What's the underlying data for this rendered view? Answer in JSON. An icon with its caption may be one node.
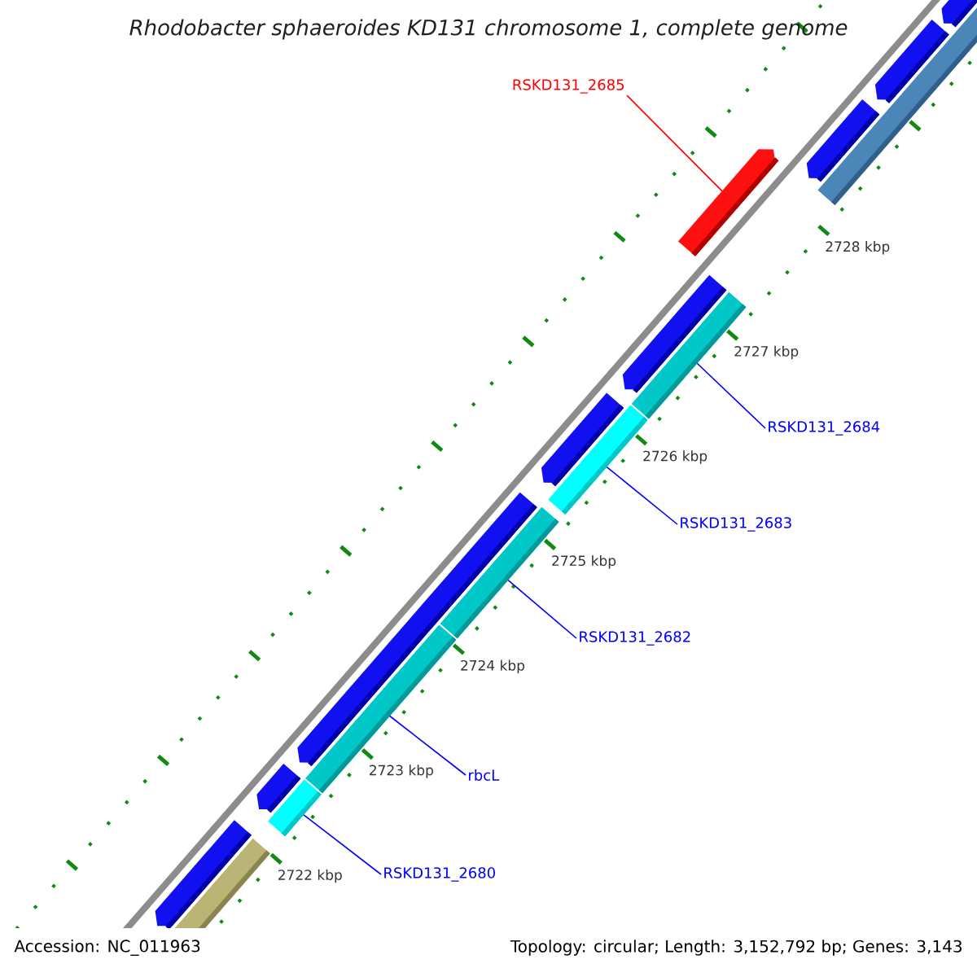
{
  "diagram": {
    "title": "Rhodobacter sphaeroides KD131 chromosome 1, complete genome",
    "nodes": [
      {
        "text": [
          "RSKD131_2685"
        ]
      },
      {
        "text": [],
        "shape": "bar"
      },
      {
        "text": [
          "RSKD131_2684"
        ]
      },
      {
        "text": [],
        "shape": "bar"
      },
      {
        "text": [
          "RSKD131_2683"
        ]
      },
      {
        "text": [],
        "shape": "bar"
      },
      {
        "text": [
          "RSKD131_2682"
        ]
      },
      {
        "text": [],
        "shape": "bar"
      },
      {
        "text": [
          "rbcL"
        ]
      },
      {
        "text": [],
        "shape": "bar"
      },
      {
        "text": [
          "RSKD131_2680"
        ]
      },
      {
        "text": [],
        "shape": "bar"
      }
    ],
    "edges": [
      {
        "from": 0,
        "to": 1,
        "arrow": "none",
        "color": "#ff0000"
      },
      {
        "from": 2,
        "to": 3,
        "arrow": "none"
      },
      {
        "from": 4,
        "to": 5,
        "arrow": "none"
      },
      {
        "from": 6,
        "to": 7,
        "arrow": "none"
      },
      {
        "from": 8,
        "to": 9,
        "arrow": "none"
      },
      {
        "from": 10,
        "to": 11,
        "arrow": "none"
      }
    ],
    "labels": [
      "2728 kbp",
      "2727 kbp",
      "2726 kbp",
      "2725 kbp",
      "2724 kbp",
      "2723 kbp",
      "2722 kbp",
      "Accession: NC_011963",
      "Topology: circular; Length: 3,152,792 bp; Genes: 3,143"
    ]
  }
}
